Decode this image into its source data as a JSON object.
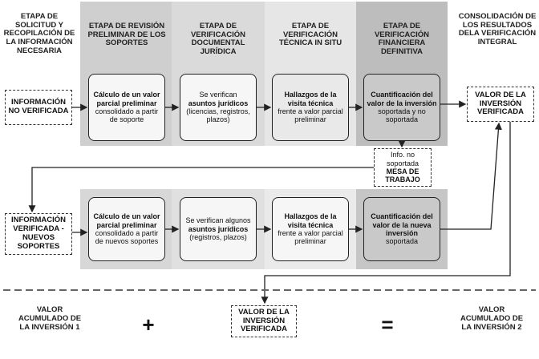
{
  "headers": {
    "stage1": "ETAPA DE SOLICITUD Y RECOPILACIÓN DE LA INFORMACIÓN NECESARIA",
    "stage2": "ETAPA DE REVISIÓN PRELIMINAR DE LOS SOPORTES",
    "stage3": "ETAPA DE VERIFICACIÓN DOCUMENTAL JURÍDICA",
    "stage4": "ETAPA DE VERIFICACIÓN TÉCNICA IN SITU",
    "stage5": "ETAPA DE VERIFICACIÓN FINANCIERA DEFINITIVA",
    "stage6": "CONSOLIDACIÓN DE LOS RESULTADOS DELA VERIFICACIÓN INTEGRAL"
  },
  "row1": {
    "input": "INFORMACIÓN NO VERIFICADA",
    "prelim": {
      "bold": "Cálculo de un valor parcial preliminar",
      "rest": "consolidado a partir de soporte"
    },
    "juridica": {
      "pre": "Se verifican",
      "bold": "asuntos jurídicos",
      "rest": "(licencias, registros, plazos)"
    },
    "tecnica": {
      "bold": "Hallazgos de la visita técnica",
      "rest": "frente a valor parcial preliminar"
    },
    "financiera": {
      "bold": "Cuantificación del valor de la inversión",
      "rest": "soportada y no soportada"
    },
    "output": "VALOR DE LA INVERSIÓN VERIFICADA"
  },
  "mesa": {
    "pre": "Info. no soportada",
    "bold": "MESA DE TRABAJO"
  },
  "row2": {
    "input": "INFORMACIÓN VERIFICADA - NUEVOS SOPORTES",
    "prelim": {
      "bold": "Cálculo de un valor parcial preliminar",
      "rest": "consolidado a partir de nuevos soportes"
    },
    "juridica": {
      "pre": "Se verifican algunos",
      "bold": "asuntos jurídicos",
      "rest": "(registros, plazos)"
    },
    "tecnica": {
      "bold": "Hallazgos de la visita técnica",
      "rest": "frente a valor parcial preliminar"
    },
    "financiera": {
      "bold": "Cuantificación del valor de la nueva inversión",
      "rest": "soportada"
    }
  },
  "footer": {
    "left": "VALOR ACUMULADO DE LA INVERSIÓN 1",
    "plus": "+",
    "center": "VALOR DE LA INVERSIÓN VERIFICADA",
    "equals": "=",
    "right": "VALOR ACUMULADO DE LA INVERSIÓN 2"
  }
}
